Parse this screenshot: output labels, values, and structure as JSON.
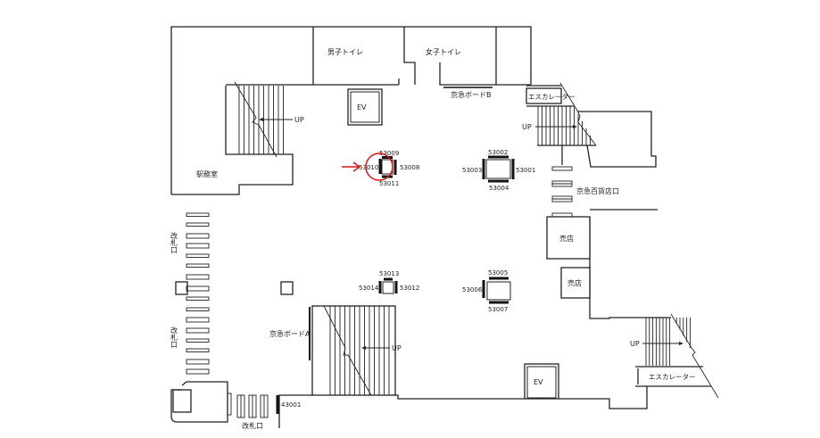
{
  "rooms": {
    "mens_toilet": "男子トイレ",
    "womens_toilet": "女子トイレ",
    "station_office": "駅務室",
    "elevator_top": "EV",
    "elevator_bottom": "EV",
    "shop_1": "売店",
    "shop_2": "売店",
    "escalator_top": "エスカレーター",
    "escalator_bottom": "エスカレーター"
  },
  "labels": {
    "board_b": "京急ボードB",
    "board_a": "京急ボードA",
    "dept_store_exit": "京急百貨店口",
    "ticket_gate_1": "改札口",
    "ticket_gate_2": "改札口",
    "ticket_gate_3": "改札口",
    "up_1": "UP",
    "up_2": "UP",
    "up_3": "UP",
    "up_4": "UP"
  },
  "boards": {
    "t1": {
      "top": "53009",
      "left": "53010",
      "right": "53008",
      "bottom": "53011"
    },
    "t2": {
      "top": "53002",
      "left": "53003",
      "right": "53001",
      "bottom": "53004"
    },
    "t3": {
      "top": "53013",
      "left": "53014",
      "right": "53012"
    },
    "t4": {
      "top": "53005",
      "left": "53006",
      "bottom": "53007"
    },
    "single": "43001"
  },
  "highlight": {
    "target": "53010",
    "color": "#e01010"
  }
}
